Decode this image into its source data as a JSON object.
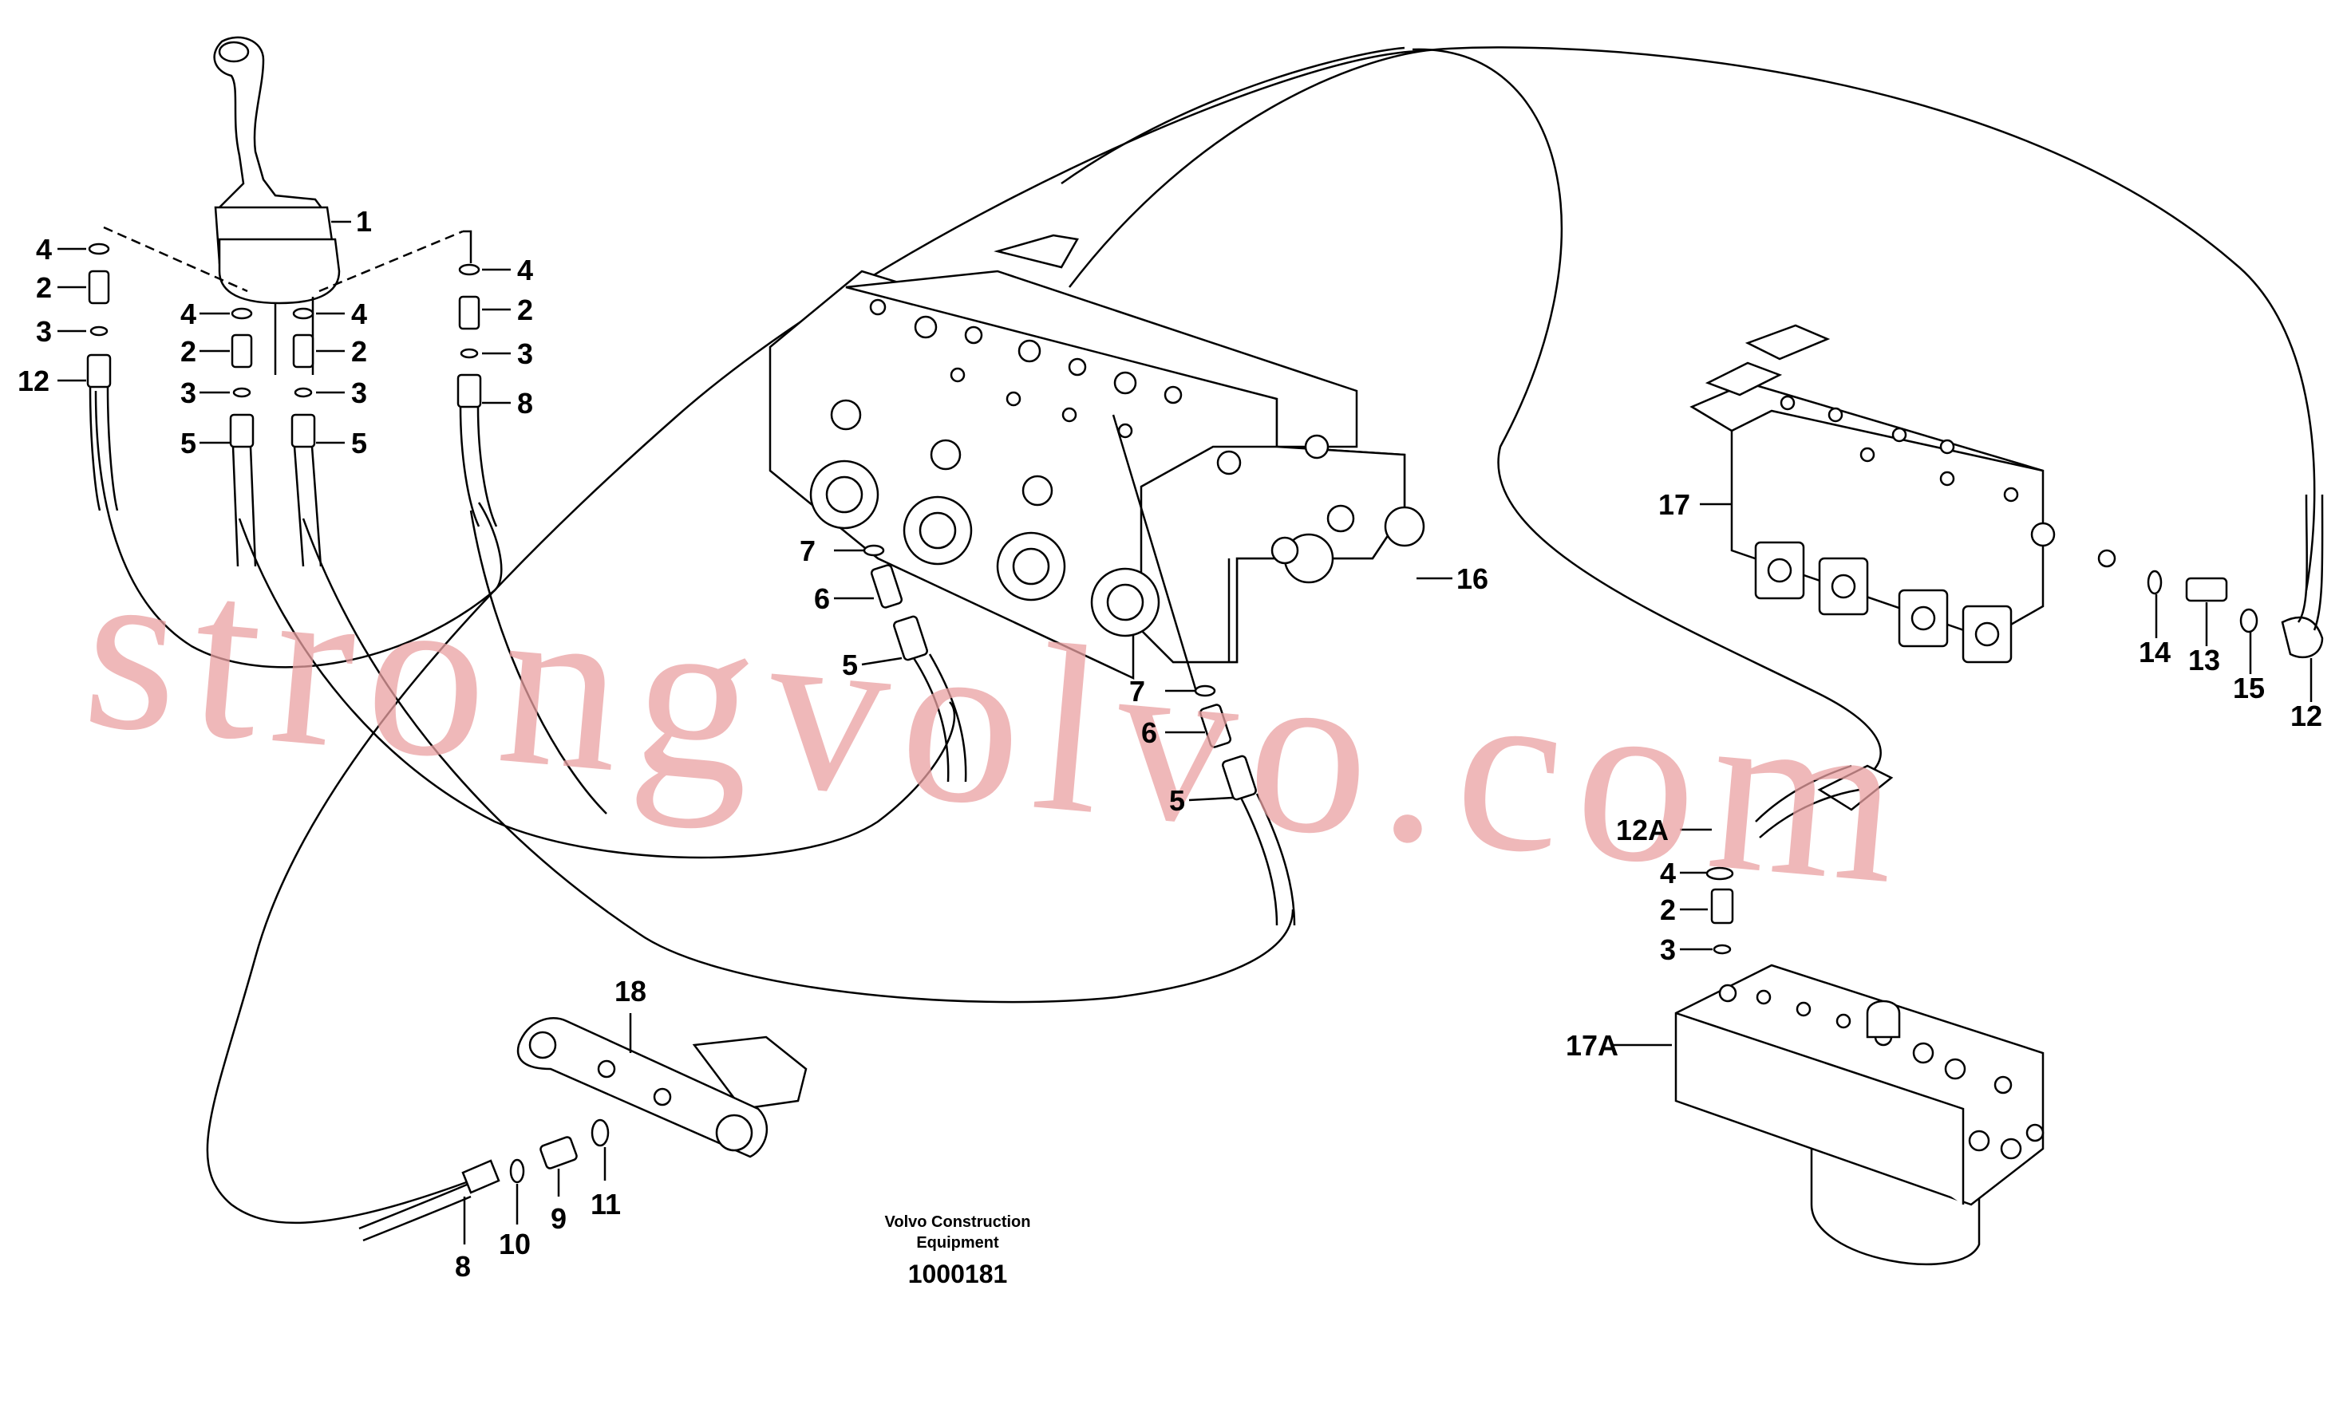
{
  "watermark": "strongvolvo.com",
  "caption": {
    "line1": "Volvo Construction",
    "line2": "Equipment",
    "number": "1000181"
  },
  "labels": {
    "l1": "1",
    "l4a": "4",
    "l2a": "2",
    "l3a": "3",
    "l12a": "12",
    "l4b": "4",
    "l2b": "2",
    "l3b": "3",
    "l5b": "5",
    "l4c": "4",
    "l2c": "2",
    "l3c": "3",
    "l5c": "5",
    "l4d": "4",
    "l2d": "2",
    "l3d": "3",
    "l8d": "8",
    "l7a": "7",
    "l6a": "6",
    "l5e": "5",
    "l7b": "7",
    "l6b": "6",
    "l5f": "5",
    "l16": "16",
    "l17": "17",
    "l14": "14",
    "l13": "13",
    "l15": "15",
    "l12r": "12",
    "l12A": "12A",
    "l4e": "4",
    "l2e": "2",
    "l3e": "3",
    "l17A": "17A",
    "l18": "18",
    "l8b": "8",
    "l10": "10",
    "l9": "9",
    "l11": "11"
  }
}
